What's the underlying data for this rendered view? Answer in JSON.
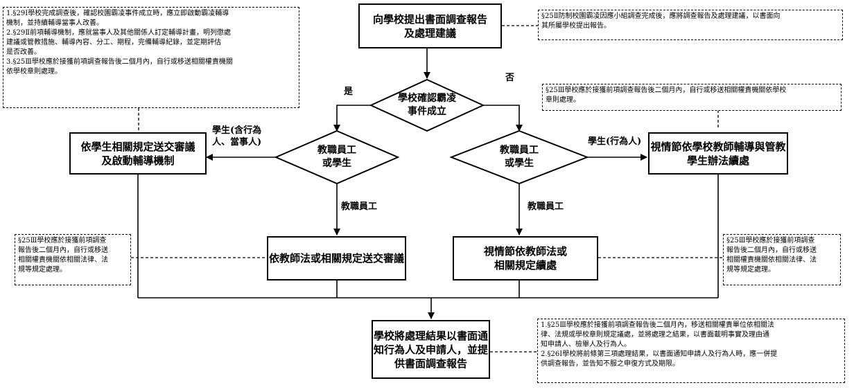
{
  "boxes": {
    "top": "向學校提出書面調查報告\n及處理建議",
    "left_handle": "依學生相關規定送交審議\n及啟動輔導機制",
    "right_handle": "視情節依學校教師輔導與管教\n學生辦法續處",
    "teacher_review": "依教師法或相關規定送交審議",
    "teacher_handle": "視情節依教師法或\n相關規定續處",
    "notify": "學校將處理結果以書面通\n知行為人及申請人，並提\n供書面調查報告"
  },
  "diamonds": {
    "confirm": "學校確認霸凌\n事件成立",
    "left": "教職員工\n或學生",
    "right": "教職員工\n或學生"
  },
  "edge_labels": {
    "yes": "是",
    "no": "否",
    "left_student": "學生(含行為\n人、當事人)",
    "right_student": "學生(行為人)",
    "left_staff": "教職員工",
    "right_staff": "教職員工"
  },
  "notes": {
    "top_left": "1.§29Ⅰ學校完成調查後，確認校園霸凌事件成立時，應立即啟動霸凌輔導\n機制，並持續輔導當事人改善。\n2.§29Ⅱ前項輔導機制，應就當事人及其他關係人訂定輔導計畫，明列懲處\n建議或管教措施、輔導內容、分工、期程，完備輔導紀錄，並定期評估\n是否改善。\n3.§25Ⅲ學校應於接獲前項調查報告後二個月內，自行或移送相關權責機關\n依學校章則處理。",
    "top_right": "§25Ⅱ防制校園霸凌因應小組調查完成後，應將調查報告及處理建議，以書面向\n其所屬學校提出報告。",
    "right_mid": "§25Ⅲ學校應於接獲前項調查報告後二個月內，自行或移送相關權責機關依學校\n章則處理。",
    "left_low": "§25Ⅲ學校應於接獲前項調查\n報告後二個月內，自行或移送\n相關權責機關依相關法律、法\n規等規定處理。",
    "right_low": "§25Ⅲ學校應於接獲前項調查\n報告後二個月內，自行或移送\n相關權責機關依相關法律、法\n規等規定處理。",
    "bottom_right": "1.§25Ⅲ學校應於接獲前項調查報告後二個月內，移送相關權責單位依相關法\n律、法規或學校章則規定議處，並將處理之結果，以書面載明事實及理由通\n知申請人、檢舉人及行為人。\n2.§26Ⅰ學校將前條第三項處理結果，以書面通知申請人及行為人時，應一併提\n供調查報告，並告知不服之申復方式及期限。"
  }
}
